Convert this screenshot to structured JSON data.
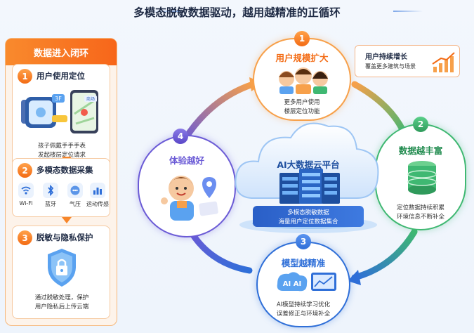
{
  "title": "多模态脱敏数据驱动，越用越精准的正循环",
  "left_panel": {
    "header": "数据进入闭环",
    "steps": [
      {
        "num": "1",
        "title": "用户使用定位",
        "desc_line1": "孩子佩戴手手手表",
        "desc_line2": "发起楼层定位请求",
        "watch_tag": "3F",
        "map_tag": "商场"
      },
      {
        "num": "2",
        "title": "多模态数据采集",
        "sensors": [
          "Wi-Fi",
          "蓝牙",
          "气压",
          "运动传感"
        ]
      },
      {
        "num": "3",
        "title": "脱敏与隐私保护",
        "desc_line1": "通过脱敏处理，保护",
        "desc_line2": "用户隐私后上传云端"
      }
    ]
  },
  "nodes": {
    "n1": {
      "num": "1",
      "title": "用户规模扩大",
      "desc_line1": "更多用户使用",
      "desc_line2": "楼层定位功能"
    },
    "n2": {
      "num": "2",
      "title": "数据越丰富",
      "desc_line1": "定位数据持续积累",
      "desc_line2": "环境信息不断补全"
    },
    "n3": {
      "num": "3",
      "title": "模型越精准",
      "desc_line1": "AI模型持续学习优化",
      "desc_line2": "误差修正与环境补全",
      "ai_tag": "AI AI"
    },
    "n4": {
      "num": "4",
      "title": "体验越好"
    }
  },
  "callout": {
    "title": "用户持续增长",
    "desc": "覆盖更多建筑与场景"
  },
  "center": {
    "title": "AI大数据云平台",
    "line1": "多模态脱敏数据",
    "line2": "海量用户定位数据集合"
  },
  "colors": {
    "orange": "#f7862a",
    "green": "#2fa866",
    "blue": "#2f6fd8",
    "purple": "#6b5bd6"
  }
}
